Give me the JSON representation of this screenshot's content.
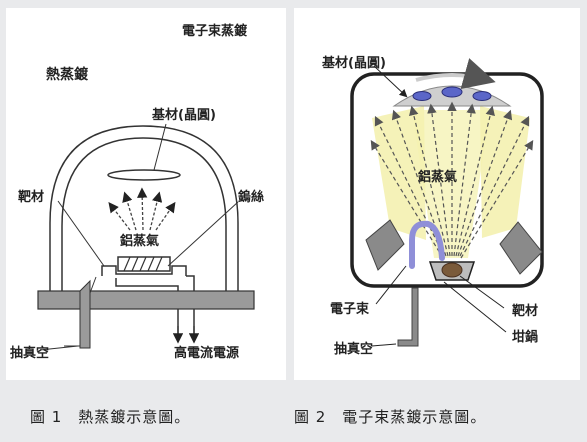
{
  "fig1": {
    "corner_title": "電子束蒸鍍",
    "title": "熱蒸鍍",
    "substrate": "基材(晶圓)",
    "target": "靶材",
    "filament": "鎢絲",
    "vapor": "鋁蒸氣",
    "vacuum": "抽真空",
    "power": "高電流電源"
  },
  "fig2": {
    "substrate": "基材(晶圓)",
    "vapor": "鋁蒸氣",
    "ebeam": "電子束",
    "vacuum": "抽真空",
    "target": "靶材",
    "crucible": "坩鍋"
  },
  "captions": {
    "fig1": "圖 1　熱蒸鍍示意圖。",
    "fig2": "圖 2　電子束蒸鍍示意圖。"
  },
  "colors": {
    "background": "#e9eaec",
    "panel": "#ffffff",
    "beam_yellow": "#f4f1b0",
    "wafer_blue": "#5b66c8",
    "electron_beam": "#8f8fd8",
    "source_gray": "#8a8a8a"
  }
}
